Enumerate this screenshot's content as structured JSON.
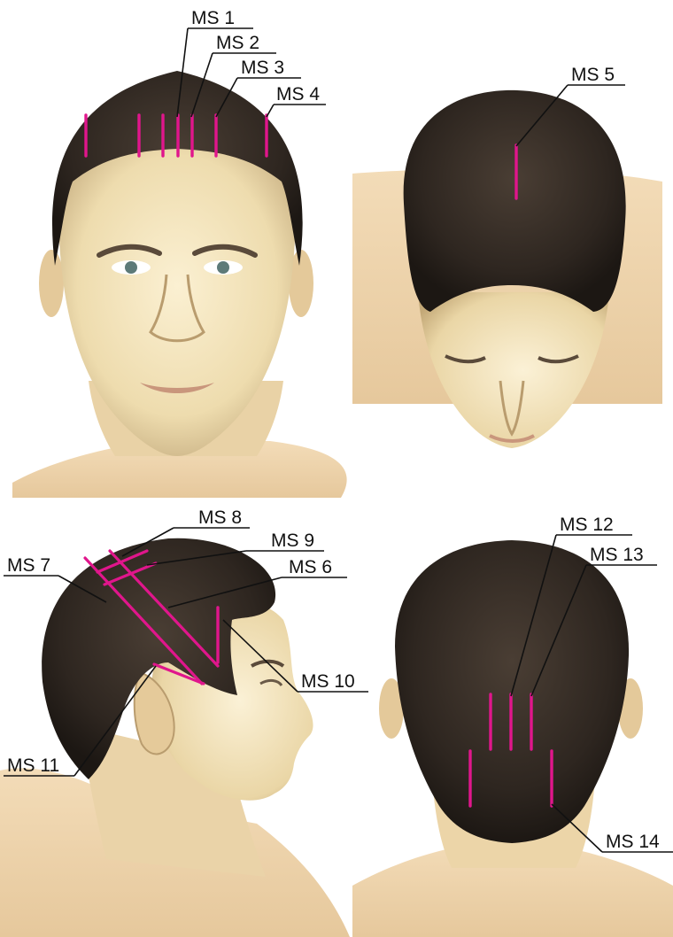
{
  "labels": {
    "ms1": "MS 1",
    "ms2": "MS 2",
    "ms3": "MS 3",
    "ms4": "MS 4",
    "ms5": "MS 5",
    "ms6": "MS 6",
    "ms7": "MS 7",
    "ms8": "MS 8",
    "ms9": "MS 9",
    "ms10": "MS 10",
    "ms11": "MS 11",
    "ms12": "MS 12",
    "ms13": "MS 13",
    "ms14": "MS 14"
  },
  "colors": {
    "zone": "#e0168c",
    "hair": "#2e2620",
    "skin": "#f2dfb8",
    "leader": "#111111"
  }
}
